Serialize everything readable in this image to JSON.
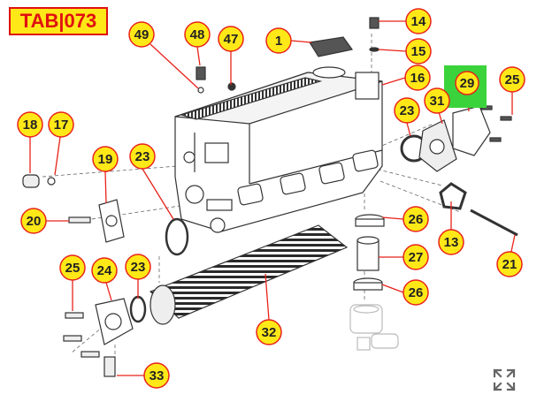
{
  "header": {
    "tab_label": "TAB|073"
  },
  "expand_icon": "expand-arrows-icon",
  "colors": {
    "callout_fill": "#ffe817",
    "callout_stroke": "#e8231a",
    "leader_line": "#e8231a",
    "highlight_fill": "#3bd33b",
    "part_outline": "#333333"
  },
  "callouts": [
    {
      "id": "c1",
      "label": "1"
    },
    {
      "id": "c13",
      "label": "13"
    },
    {
      "id": "c14",
      "label": "14"
    },
    {
      "id": "c15",
      "label": "15"
    },
    {
      "id": "c16",
      "label": "16"
    },
    {
      "id": "c17",
      "label": "17"
    },
    {
      "id": "c18",
      "label": "18"
    },
    {
      "id": "c19",
      "label": "19"
    },
    {
      "id": "c20",
      "label": "20"
    },
    {
      "id": "c21",
      "label": "21"
    },
    {
      "id": "c23a",
      "label": "23"
    },
    {
      "id": "c23b",
      "label": "23"
    },
    {
      "id": "c23c",
      "label": "23"
    },
    {
      "id": "c24",
      "label": "24"
    },
    {
      "id": "c25a",
      "label": "25"
    },
    {
      "id": "c25b",
      "label": "25"
    },
    {
      "id": "c26a",
      "label": "26"
    },
    {
      "id": "c26b",
      "label": "26"
    },
    {
      "id": "c27",
      "label": "27"
    },
    {
      "id": "c29",
      "label": "29",
      "highlighted": true
    },
    {
      "id": "c31",
      "label": "31"
    },
    {
      "id": "c32",
      "label": "32"
    },
    {
      "id": "c33",
      "label": "33"
    },
    {
      "id": "c47",
      "label": "47"
    },
    {
      "id": "c48",
      "label": "48"
    },
    {
      "id": "c49",
      "label": "49"
    }
  ]
}
